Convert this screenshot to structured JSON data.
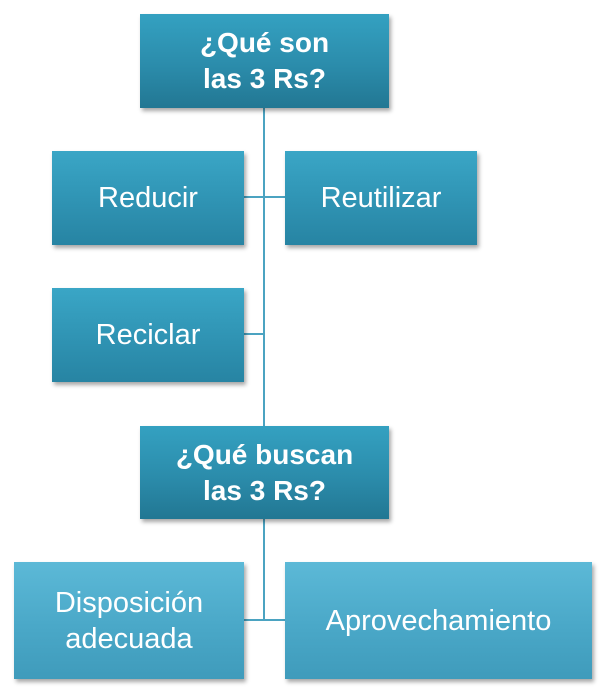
{
  "diagram": {
    "colors": {
      "connector": "#4ba3c1",
      "title_box": "#2b8cab",
      "level1_box": "#2f93b3",
      "level2_box": "#4aa8c8",
      "text": "#ffffff"
    },
    "nodes": {
      "question_what": "¿Qué son\nlas 3 Rs?",
      "reduce": "Reducir",
      "reuse": "Reutilizar",
      "recycle": "Reciclar",
      "question_goal": "¿Qué buscan\nlas 3 Rs?",
      "proper_disposal": "Disposición\nadecuada",
      "use": "Aprovechamiento"
    },
    "edges": [
      [
        "question_what",
        "reduce"
      ],
      [
        "question_what",
        "reuse"
      ],
      [
        "question_what",
        "recycle"
      ],
      [
        "question_what",
        "question_goal"
      ],
      [
        "question_goal",
        "proper_disposal"
      ],
      [
        "question_goal",
        "use"
      ]
    ]
  }
}
